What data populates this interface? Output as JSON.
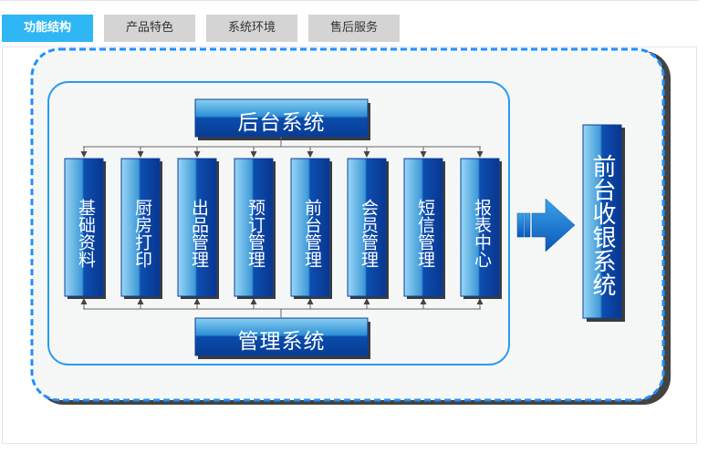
{
  "tabs": [
    {
      "label": "功能结构",
      "active": true
    },
    {
      "label": "产品特色",
      "active": false
    },
    {
      "label": "系统环境",
      "active": false
    },
    {
      "label": "售后服务",
      "active": false
    }
  ],
  "diagram": {
    "top_system": "后台系统",
    "bottom_system": "管理系统",
    "modules": [
      {
        "label": "基础资料"
      },
      {
        "label": "厨房打印"
      },
      {
        "label": "出品管理"
      },
      {
        "label": "预订管理"
      },
      {
        "label": "前台管理"
      },
      {
        "label": "会员管理"
      },
      {
        "label": "短信管理"
      },
      {
        "label": "报表中心"
      }
    ],
    "target_system": "前台收银系统"
  },
  "colors": {
    "tab_active": "#2fb6f5",
    "tab_inactive": "#d4d4d4",
    "dashed_border": "#1e90ff",
    "inner_border": "#2a9af0",
    "box_dark": "#0a3f9e",
    "box_light": "#7fc8f0"
  }
}
